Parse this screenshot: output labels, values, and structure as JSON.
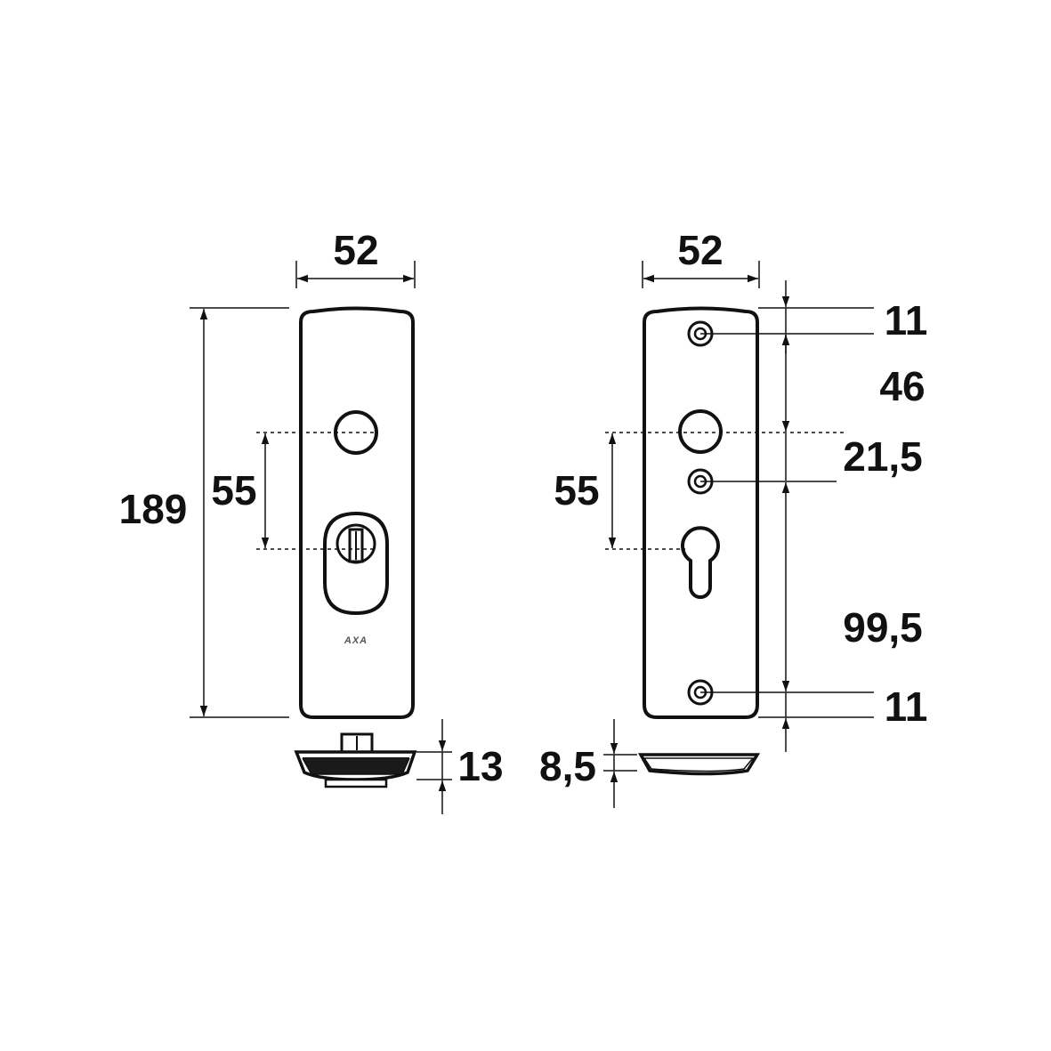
{
  "left_view": {
    "width": "52",
    "height": "189",
    "spacing": "55",
    "thickness": "13",
    "logo": "AXA"
  },
  "right_view": {
    "width": "52",
    "spacing": "55",
    "top_offset": "11",
    "screw_to_handle": "46",
    "handle_to_screw": "21,5",
    "screw_to_screw": "99,5",
    "bottom_offset": "11",
    "thickness": "8,5"
  }
}
